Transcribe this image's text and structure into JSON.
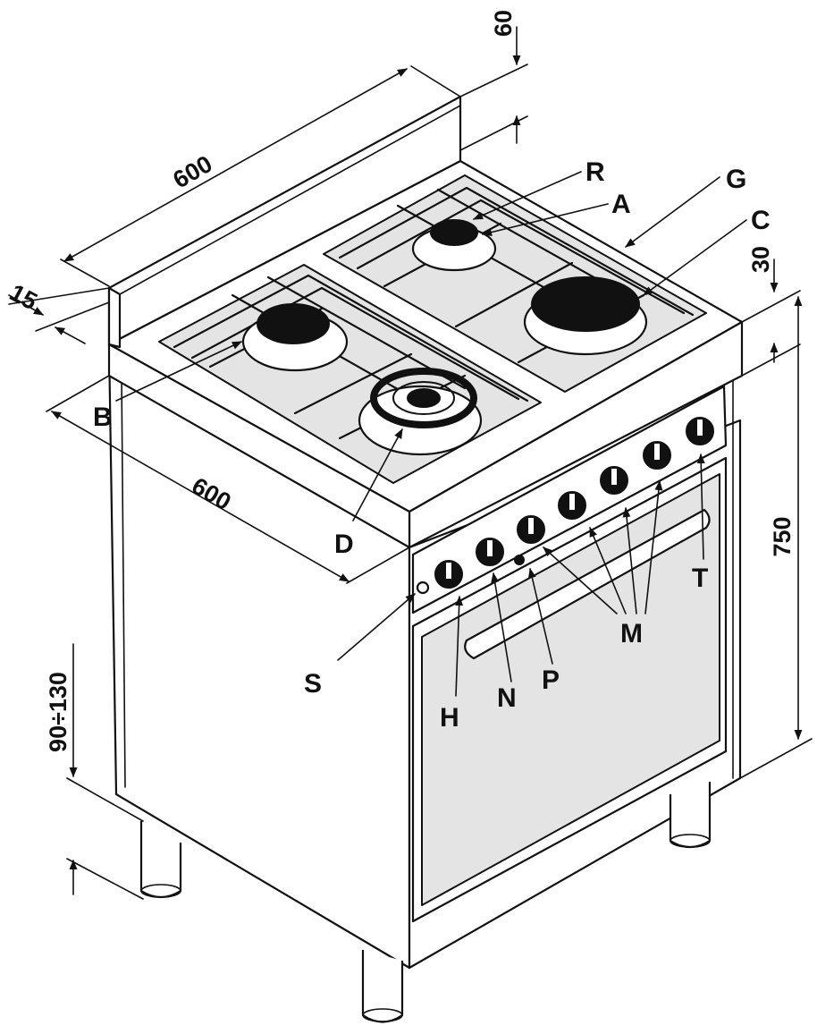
{
  "dimensions": {
    "top_width": "600",
    "height_60": "60",
    "gap_15": "15",
    "gap_30": "30",
    "depth": "600",
    "height": "750",
    "feet": "90÷130"
  },
  "labels": {
    "R": "R",
    "A": "A",
    "G": "G",
    "C": "C",
    "B": "B",
    "D": "D",
    "S": "S",
    "H": "H",
    "N": "N",
    "P": "P",
    "M": "M",
    "T": "T"
  }
}
